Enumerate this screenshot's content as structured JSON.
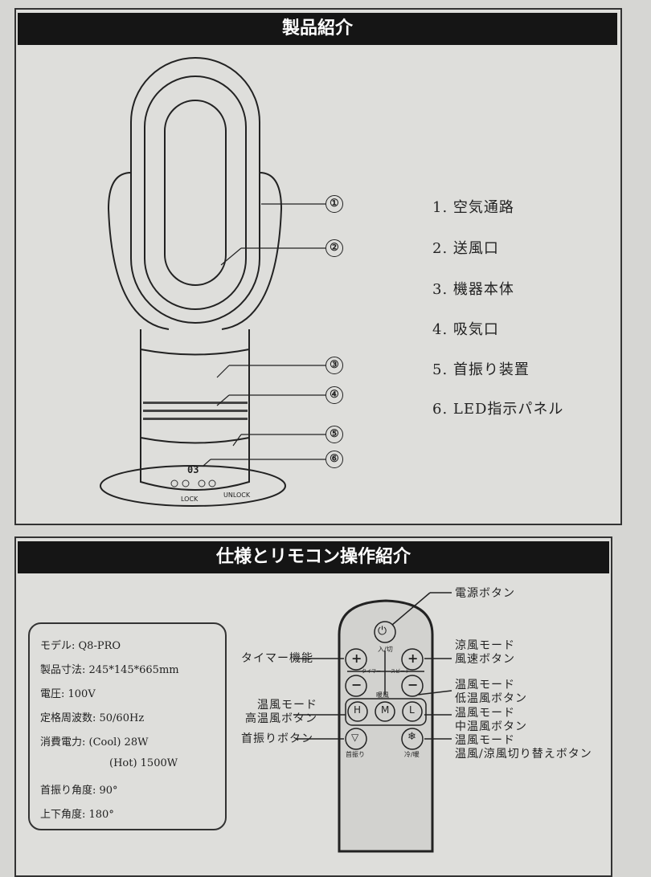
{
  "section1": {
    "title": "製品紹介",
    "callouts": [
      "①",
      "②",
      "③",
      "④",
      "⑤",
      "⑥"
    ],
    "parts": [
      "1. 空気通路",
      "2. 送風口",
      "3. 機器本体",
      "4. 吸気口",
      "5. 首振り装置",
      "6. LED指示パネル"
    ],
    "display": "03",
    "lock": "LOCK",
    "unlock": "UNLOCK"
  },
  "section2": {
    "title": "仕様とリモコン操作紹介",
    "specs": [
      "モデル: Q8-PRO",
      "製品寸法: 245*145*665mm",
      "電圧: 100V",
      "定格周波数: 50/60Hz",
      "消費電力: (Cool) 28W",
      "(Hot) 1500W",
      "首振り角度: 90°",
      "上下角度: 180°"
    ],
    "remote": {
      "power_sub": "入/切",
      "timer": "タイマー",
      "speed": "スピード",
      "warm": "暖風",
      "h": "H",
      "m": "M",
      "l": "L",
      "plus": "+",
      "minus": "−",
      "swing_sub": "首振り",
      "mode_sub": "冷/暖"
    },
    "labels": {
      "power": "電源ボタン",
      "timer": "タイマー機能",
      "cool": "涼風モード\n風速ボタン",
      "low": "温風モード\n低温風ボタン",
      "high": "温風モード\n高温風ボタン",
      "mid": "温風モード\n中温風ボタン",
      "swing": "首振りボタン",
      "switch": "温風モード\n温風/涼風切り替えボタン"
    }
  }
}
